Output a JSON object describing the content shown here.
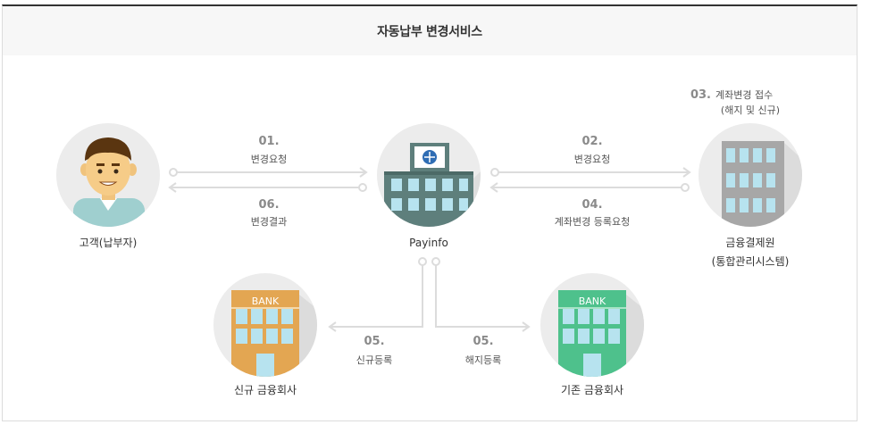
{
  "title": "자동납부 변경서비스",
  "nodes": {
    "customer": "고객(납부자)",
    "payinfo": "Payinfo",
    "kftc_line1": "금융결제원",
    "kftc_line2": "(통합관리시스템)",
    "new_bank": "신규 금융회사",
    "old_bank": "기존 금융회사",
    "bank_sign": "BANK"
  },
  "steps": {
    "s01_num": "01.",
    "s01_label": "변경요청",
    "s06_num": "06.",
    "s06_label": "변경결과",
    "s02_num": "02.",
    "s02_label": "변경요청",
    "s04_num": "04.",
    "s04_label": "계좌변경 등록요청",
    "s03_num": "03.",
    "s03_label": "계좌변경 접수",
    "s03_sub": "(해지 및 신규)",
    "s05a_num": "05.",
    "s05a_label": "신규등록",
    "s05b_num": "05.",
    "s05b_label": "해지등록"
  },
  "colors": {
    "circle": "#ececec",
    "connector": "#dcdcdc",
    "step_number": "#8a8a8a",
    "new_bank": "#e3a652",
    "old_bank": "#4ec18c",
    "payinfo_building": "#5e7f7c",
    "kftc_building": "#a7a7a7",
    "window": "#b7e3ef"
  }
}
